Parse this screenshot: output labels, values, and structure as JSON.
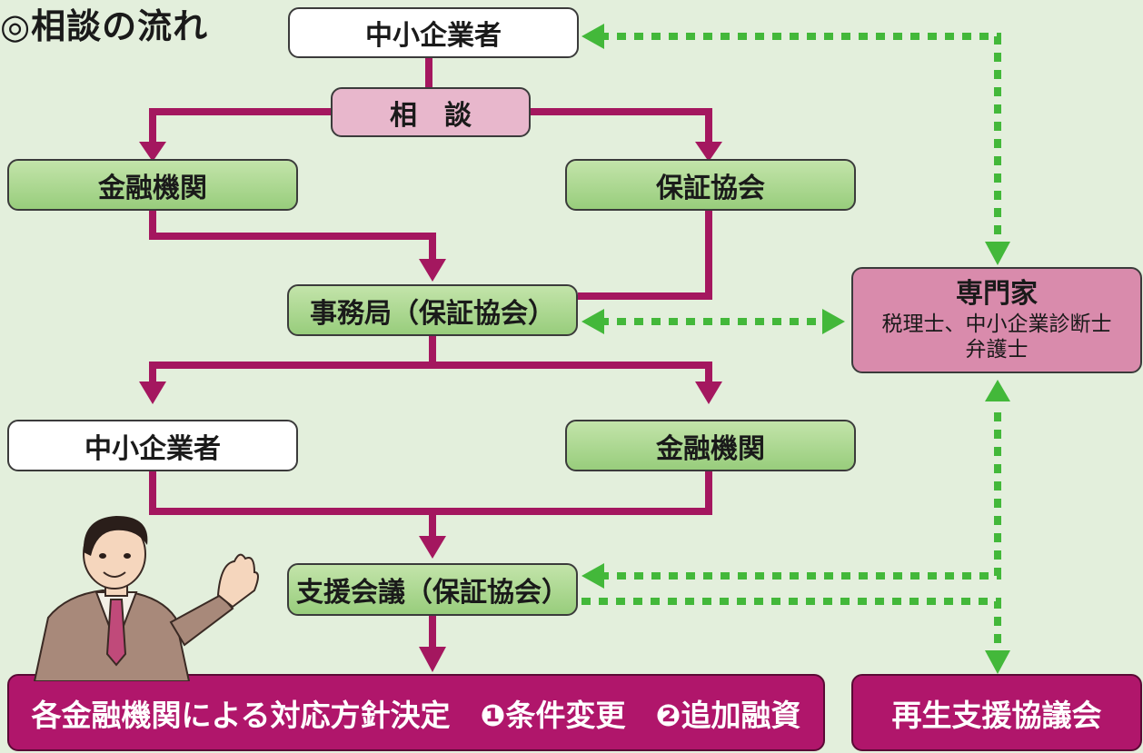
{
  "title": "◎相談の流れ",
  "nodes": {
    "sme_top": "中小企業者",
    "consult": "相　談",
    "bank_1": "金融機関",
    "guarantee_assoc": "保証協会",
    "secretariat": "事務局（保証協会）",
    "expert_title": "専門家",
    "expert_line1": "税理士、中小企業診断士",
    "expert_line2": "弁護士",
    "sme_2": "中小企業者",
    "bank_2": "金融機関",
    "support_meeting": "支援会議（保証協会）",
    "decision": "各金融機関による対応方針決定　❶条件変更　❷追加融資",
    "revival_council": "再生支援協議会"
  },
  "colors": {
    "arrow_solid": "#a4175f",
    "arrow_dotted": "#43b83a",
    "box_green": "#a6d48b",
    "box_pink": "#e8b7cc",
    "box_magenta": "#b0166b",
    "background": "#e3efdc"
  }
}
